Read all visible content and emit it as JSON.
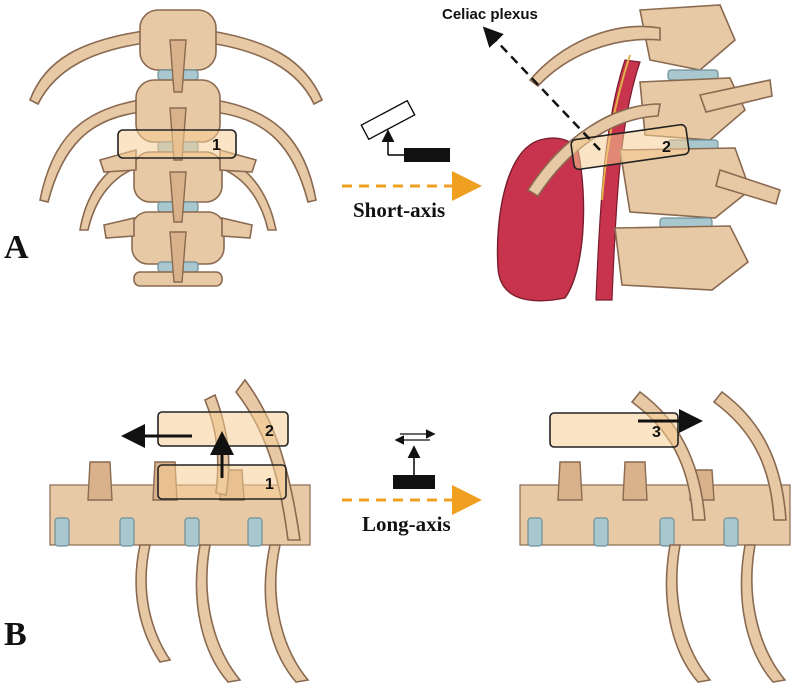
{
  "panels": {
    "a": {
      "letter": "A",
      "callout": "Celiac plexus",
      "axis_label": "Short-axis",
      "probe_left_number": "1",
      "probe_right_number": "2"
    },
    "b": {
      "letter": "B",
      "axis_label": "Long-axis",
      "probe_upper_number": "2",
      "probe_lower_number": "1",
      "probe_right_number": "3"
    }
  },
  "colors": {
    "bone": "#e8c9a6",
    "disc": "#a9c7cf",
    "artery": "#c8334d",
    "probe_fill": "#f5cd96",
    "dashed_arrow": "#f0a020"
  }
}
